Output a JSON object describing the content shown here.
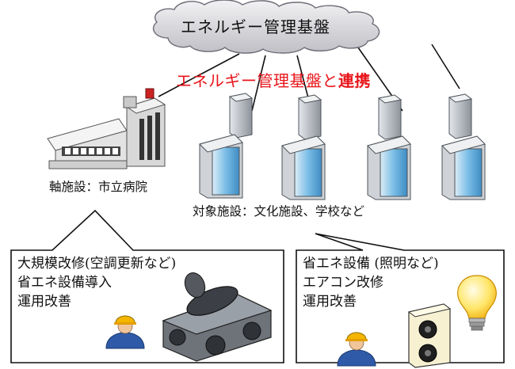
{
  "cloud": {
    "label": "エネルギー管理基盤"
  },
  "link_label": {
    "prefix": "エネルギー管理基盤と",
    "emphasis": "連携"
  },
  "hub_facility": {
    "label": "軸施設：市立病院"
  },
  "target_facilities": {
    "label": "対象施設：文化施設、学校など"
  },
  "left_callout": {
    "lines": [
      "大規模改修(空調更新など)",
      "省エネ設備導入",
      "運用改善"
    ]
  },
  "right_callout": {
    "lines": [
      "省エネ設備 (照明など)",
      "エアコン改修",
      "運用改善"
    ]
  },
  "colors": {
    "link_text": "#e8161b",
    "cloud_fill": "#d4d4d8",
    "cloud_stroke": "#70707a",
    "building_glass": "#5aa9d8",
    "server": "#aeb3ba"
  },
  "icons": [
    "cloud-icon",
    "hospital-building-icon",
    "server-icon",
    "office-building-icon",
    "worker-icon",
    "chiller-machine-icon",
    "outdoor-ac-unit-icon",
    "light-bulb-icon"
  ]
}
